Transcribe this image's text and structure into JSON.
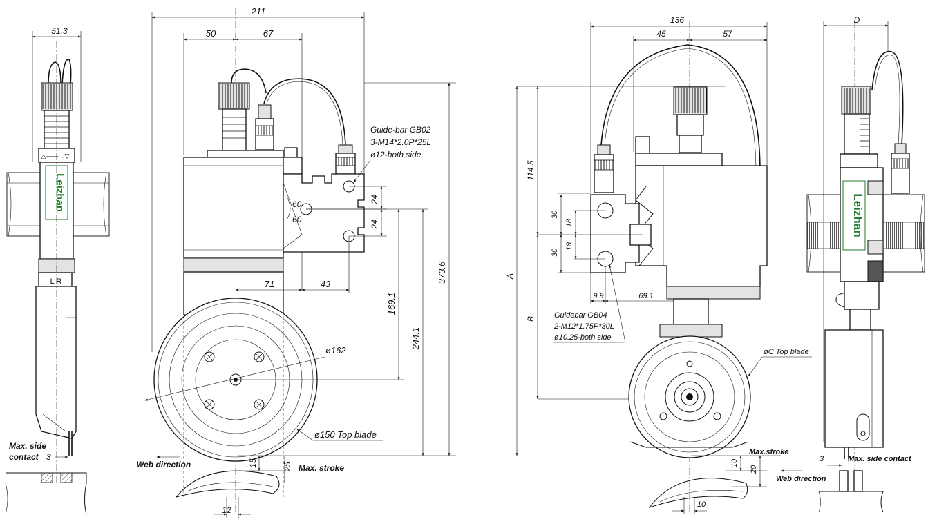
{
  "view1": {
    "dim_width": "51.3",
    "brand": "Leizhan",
    "lr_label": "L R",
    "max_side_contact": "Max. side\ncontact",
    "max_side_contact_line1": "Max. side",
    "max_side_contact_line2": "contact",
    "dim_side_contact": "3"
  },
  "view2": {
    "dim_overall_width": "211",
    "dim_left": "50",
    "dim_right": "67",
    "guidebar_line1": "Guide-bar GB02",
    "guidebar_line2": "3-M14*2.0P*25L",
    "guidebar_line3": "ø12-both side",
    "angle_upper": "60",
    "angle_lower": "60",
    "dim_hole_pitch_upper": "24",
    "dim_hole_pitch_lower": "24",
    "dim_71": "71",
    "dim_43": "43",
    "dim_169": "169.1",
    "dim_244": "244.1",
    "dim_373": "373.6",
    "dim_dia162": "ø162",
    "top_blade": "ø150 Top blade",
    "web_direction": "Web direction",
    "dim_15": "15",
    "dim_25": "25",
    "max_stroke": "Max. stroke",
    "dim_12": "12"
  },
  "view3": {
    "dim_overall_width": "136",
    "dim_left": "45",
    "dim_right": "57",
    "dim_114": "114.5",
    "dim_A": "A",
    "dim_B": "B",
    "dim_30_upper": "30",
    "dim_30_lower": "30",
    "dim_18_upper": "18",
    "dim_18_lower": "18",
    "dim_9_9": "9.9",
    "dim_69_1": "69.1",
    "guidebar_line1": "Guidebar GB04",
    "guidebar_line2": "2-M12*1.75P*30L",
    "guidebar_line3": "ø10.25-both side",
    "top_blade": "øC Top blade",
    "max_stroke": "Max.stroke",
    "dim_10_stroke": "10",
    "dim_20": "20",
    "dim_10_bottom": "10",
    "web_direction": "Web direction"
  },
  "view4": {
    "dim_D": "D",
    "brand": "Leizhan",
    "dim_side_contact": "3",
    "max_side_contact": "Max. side contact"
  },
  "colors": {
    "line": "#111111",
    "brand_green": "#1f7a2a",
    "background": "#ffffff"
  }
}
